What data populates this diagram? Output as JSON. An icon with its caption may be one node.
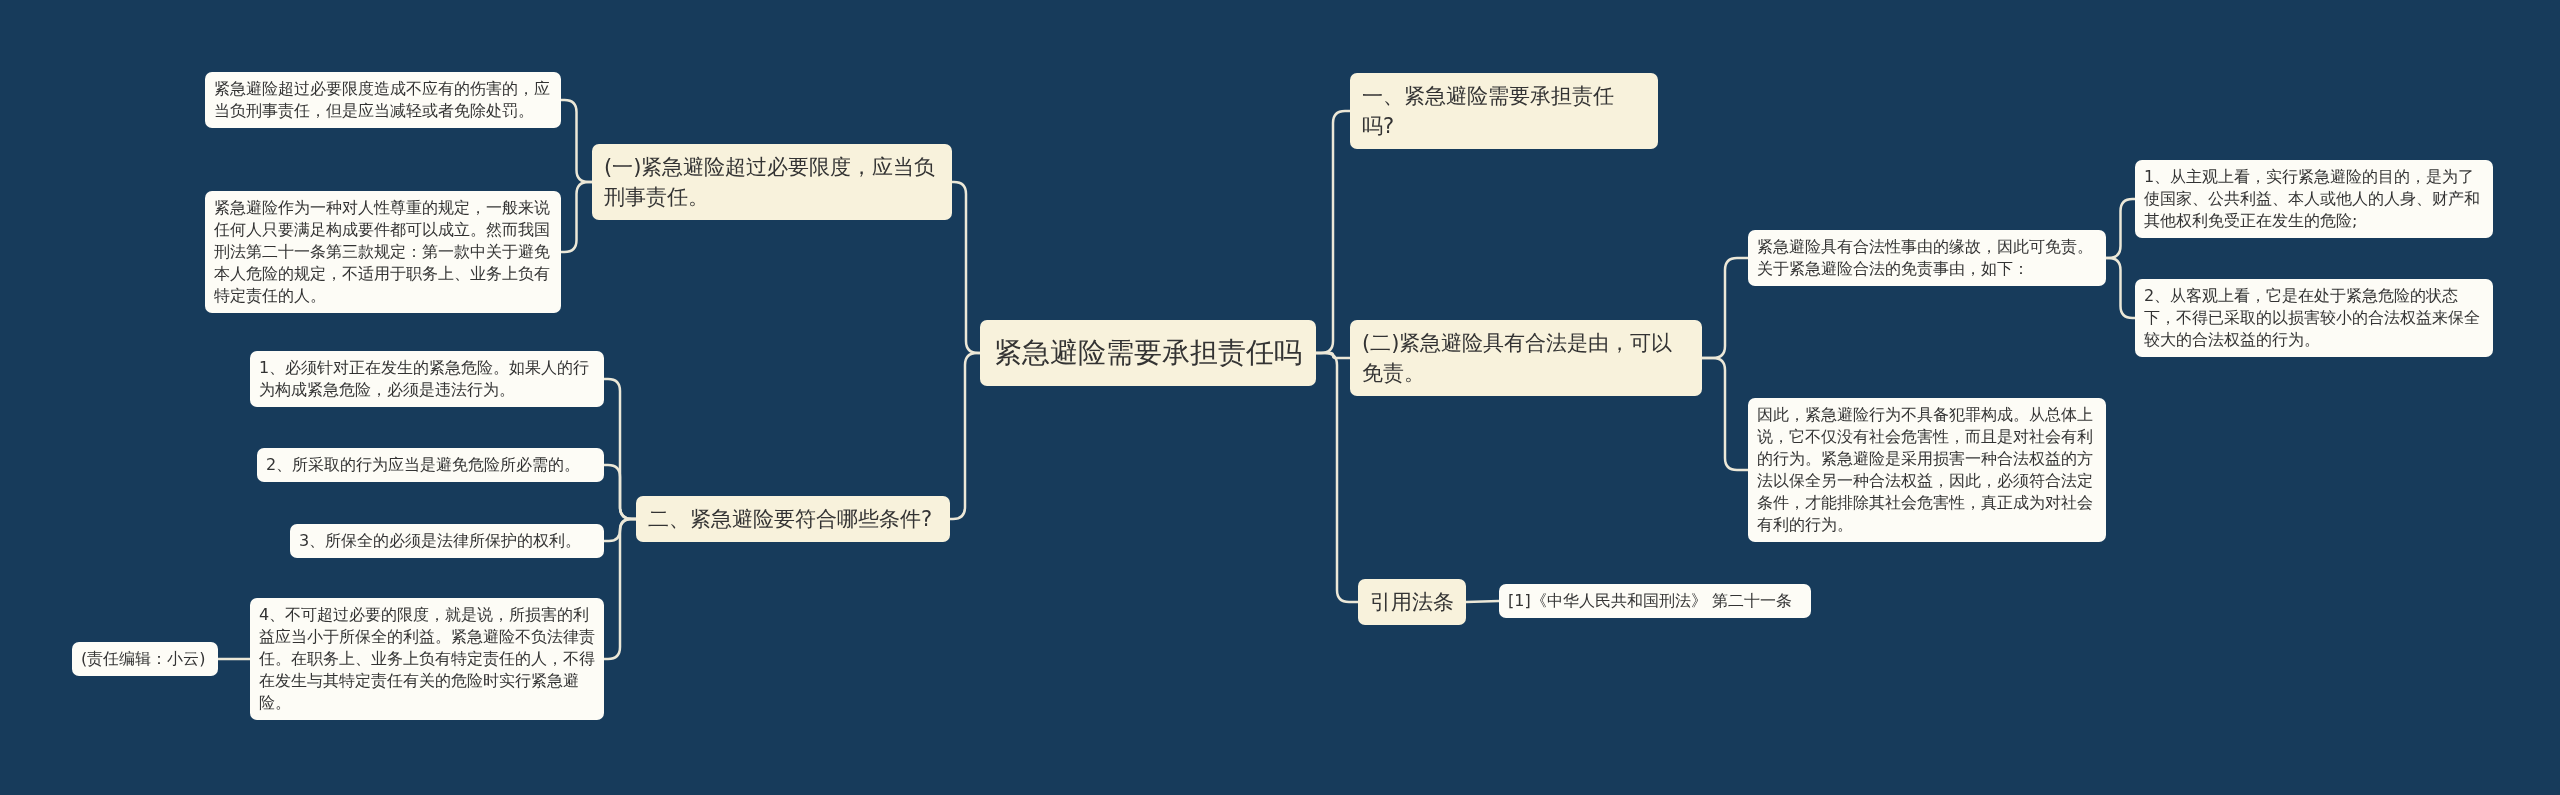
{
  "diagram": {
    "nodes": [
      {
        "text": [
          "紧急避险需要承担责任吗"
        ]
      },
      {
        "text": [
          "一、紧急避险需要承担责任吗?"
        ]
      },
      {
        "text": [
          "(二)紧急避险具有合法是由，可以免责。"
        ]
      },
      {
        "text": [
          "紧急避险具有合法性事由的缘故，因此可免责。关于紧急避险合法的免责事由，如下："
        ]
      },
      {
        "text": [
          "1、从主观上看，实行紧急避险的目的，是为了使国家、公共利益、本人或他人的人身、财产和其他权利免受正在发生的危险;"
        ]
      },
      {
        "text": [
          "2、从客观上看，它是在处于紧急危险的状态下，不得已采取的以损害较小的合法权益来保全较大的合法权益的行为。"
        ]
      },
      {
        "text": [
          "因此，紧急避险行为不具备犯罪构成。从总体上说，它不仅没有社会危害性，而且是对社会有利的行为。紧急避险是采用损害一种合法权益的方法以保全另一种合法权益，因此，必须符合法定条件，才能排除其社会危害性，真正成为对社会有利的行为。"
        ]
      },
      {
        "text": [
          "引用法条"
        ]
      },
      {
        "text": [
          "[1]《中华人民共和国刑法》 第二十一条"
        ]
      },
      {
        "text": [
          "(一)紧急避险超过必要限度，应当负刑事责任。"
        ]
      },
      {
        "text": [
          "紧急避险超过必要限度造成不应有的伤害的，应当负刑事责任，但是应当减轻或者免除处罚。"
        ]
      },
      {
        "text": [
          "紧急避险作为一种对人性尊重的规定，一般来说任何人只要满足构成要件都可以成立。然而我国刑法第二十一条第三款规定：第一款中关于避免本人危险的规定，不适用于职务上、业务上负有特定责任的人。"
        ]
      },
      {
        "text": [
          "二、紧急避险要符合哪些条件?"
        ]
      },
      {
        "text": [
          "1、必须针对正在发生的紧急危险。如果人的行为构成紧急危险，必须是违法行为。"
        ]
      },
      {
        "text": [
          "2、所采取的行为应当是避免危险所必需的。"
        ]
      },
      {
        "text": [
          "3、所保全的必须是法律所保护的权利。"
        ]
      },
      {
        "text": [
          "4、不可超过必要的限度，就是说，所损害的利益应当小于所保全的利益。紧急避险不负法律责任。在职务上、业务上负有特定责任的人，不得在发生与其特定责任有关的危险时实行紧急避险。"
        ]
      },
      {
        "text": [
          "(责任编辑：小云)"
        ]
      }
    ],
    "edges": [
      {
        "from": 0,
        "to": 1,
        "arrow": "none"
      },
      {
        "from": 0,
        "to": 2,
        "arrow": "none"
      },
      {
        "from": 2,
        "to": 3,
        "arrow": "none"
      },
      {
        "from": 3,
        "to": 4,
        "arrow": "none"
      },
      {
        "from": 3,
        "to": 5,
        "arrow": "none"
      },
      {
        "from": 2,
        "to": 6,
        "arrow": "none"
      },
      {
        "from": 0,
        "to": 7,
        "arrow": "none"
      },
      {
        "from": 7,
        "to": 8,
        "arrow": "none"
      },
      {
        "from": 0,
        "to": 9,
        "arrow": "none"
      },
      {
        "from": 9,
        "to": 10,
        "arrow": "none"
      },
      {
        "from": 9,
        "to": 11,
        "arrow": "none"
      },
      {
        "from": 0,
        "to": 12,
        "arrow": "none"
      },
      {
        "from": 12,
        "to": 13,
        "arrow": "none"
      },
      {
        "from": 12,
        "to": 14,
        "arrow": "none"
      },
      {
        "from": 12,
        "to": 15,
        "arrow": "none"
      },
      {
        "from": 12,
        "to": 16,
        "arrow": "none"
      },
      {
        "from": 16,
        "to": 17,
        "arrow": "none"
      }
    ]
  }
}
